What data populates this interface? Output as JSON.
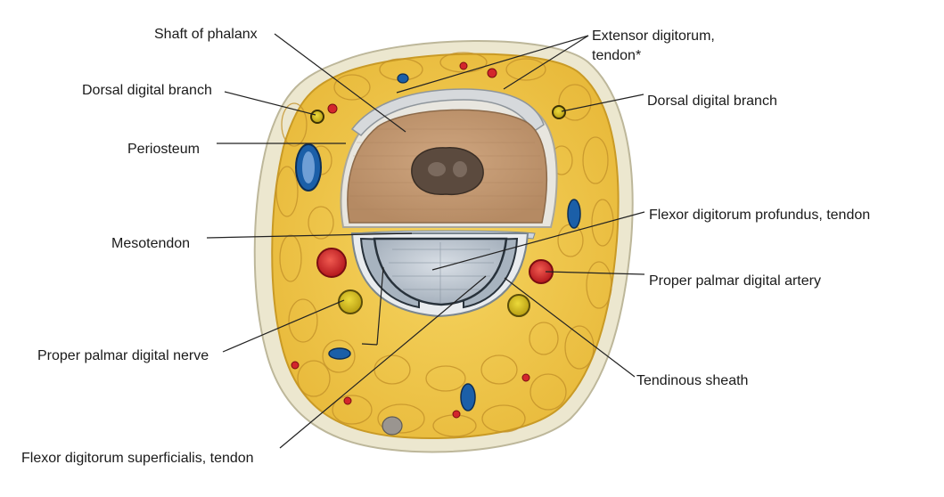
{
  "diagram": {
    "labels": {
      "shaft_of_phalanx": "Shaft of phalanx",
      "extensor_line1": "Extensor digitorum,",
      "extensor_line2": "tendon*",
      "dorsal_digital_branch_left": "Dorsal digital branch",
      "dorsal_digital_branch_right": "Dorsal digital branch",
      "periosteum": "Periosteum",
      "mesotendon": "Mesotendon",
      "flexor_profundus": "Flexor digitorum profundus, tendon",
      "proper_palmar_digital_artery": "Proper palmar digital artery",
      "proper_palmar_digital_nerve": "Proper palmar digital nerve",
      "tendinous_sheath": "Tendinous sheath",
      "flexor_superficialis": "Flexor digitorum superficialis, tendon"
    },
    "colors": {
      "skin": "#ece7cf",
      "fat": "#f1c94a",
      "fat_dark": "#c99a25",
      "bone": "#c39a73",
      "marrow": "#5b4a3e",
      "tendon": "#c5cdd6",
      "sheath": "#e9ecef",
      "artery": "#d3262c",
      "vein": "#1b5fa8",
      "nerve": "#d9c21c"
    }
  }
}
